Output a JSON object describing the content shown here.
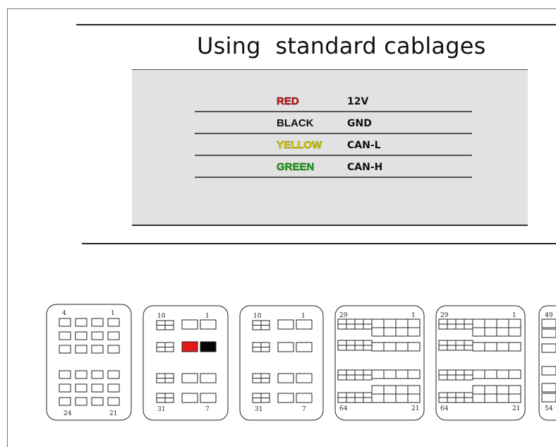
{
  "title": "Using  standard cablages",
  "wires": [
    {
      "color_name": "RED",
      "signal": "12V",
      "hex": "#c8161a"
    },
    {
      "color_name": "BLACK",
      "signal": "GND",
      "hex": "#111111"
    },
    {
      "color_name": "YELLOW",
      "signal": "CAN-L",
      "hex": "#e8e000"
    },
    {
      "color_name": "GREEN",
      "signal": "CAN-H",
      "hex": "#1aa81a"
    }
  ],
  "connectors": [
    {
      "pin_tl": "4",
      "pin_tr": "1",
      "pin_bl": "24",
      "pin_br": "21"
    },
    {
      "pin_tl": "10",
      "pin_tr": "1",
      "pin_bl": "31",
      "pin_br": "7",
      "highlight": [
        "red",
        "black"
      ]
    },
    {
      "pin_tl": "10",
      "pin_tr": "1",
      "pin_bl": "31",
      "pin_br": "7"
    },
    {
      "pin_tl": "29",
      "pin_tr": "1",
      "pin_bl": "64",
      "pin_br": "21"
    },
    {
      "pin_tl": "29",
      "pin_tr": "1",
      "pin_bl": "64",
      "pin_br": "21"
    },
    {
      "pin_tl": "49",
      "pin_tr": "",
      "pin_bl": "54",
      "pin_br": ""
    }
  ]
}
